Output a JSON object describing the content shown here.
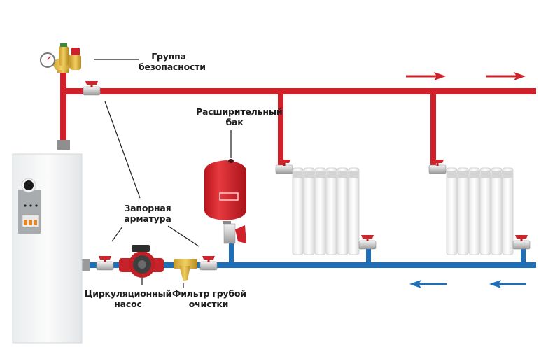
{
  "diagram": {
    "title": "Heating system schematic with electric boiler",
    "colors": {
      "supply_pipe": "#d0202a",
      "return_pipe": "#1f6fb8",
      "background": "#ffffff",
      "label_text": "#1d1d1d",
      "leader_line": "#1d1d1d"
    },
    "flow_arrows": {
      "supply": [
        {
          "direction": "right",
          "icon": "arrow-right-icon"
        },
        {
          "direction": "right",
          "icon": "arrow-right-icon"
        }
      ],
      "return": [
        {
          "direction": "left",
          "icon": "arrow-left-icon"
        },
        {
          "direction": "left",
          "icon": "arrow-left-icon"
        }
      ]
    },
    "labels": {
      "safety_group": [
        "Группа",
        "безопасности"
      ],
      "expansion_tank": [
        "Расширительный",
        "бак"
      ],
      "shutoff_valves": [
        "Запорная",
        "арматура"
      ],
      "circulation_pump": [
        "Циркуляционный",
        "насос"
      ],
      "coarse_filter": [
        "Фильтр грубой",
        "очистки"
      ]
    },
    "components": [
      {
        "name": "electric-boiler",
        "label": ""
      },
      {
        "name": "safety-group",
        "label": "Группа безопасности"
      },
      {
        "name": "expansion-tank",
        "label": "Расширительный бак"
      },
      {
        "name": "circulation-pump",
        "label": "Циркуляционный насос"
      },
      {
        "name": "coarse-filter",
        "label": "Фильтр грубой очистки"
      },
      {
        "name": "radiator-1",
        "label": ""
      },
      {
        "name": "radiator-2",
        "label": ""
      }
    ],
    "radiators": [
      {
        "sections": 6
      },
      {
        "sections": 6
      }
    ]
  }
}
